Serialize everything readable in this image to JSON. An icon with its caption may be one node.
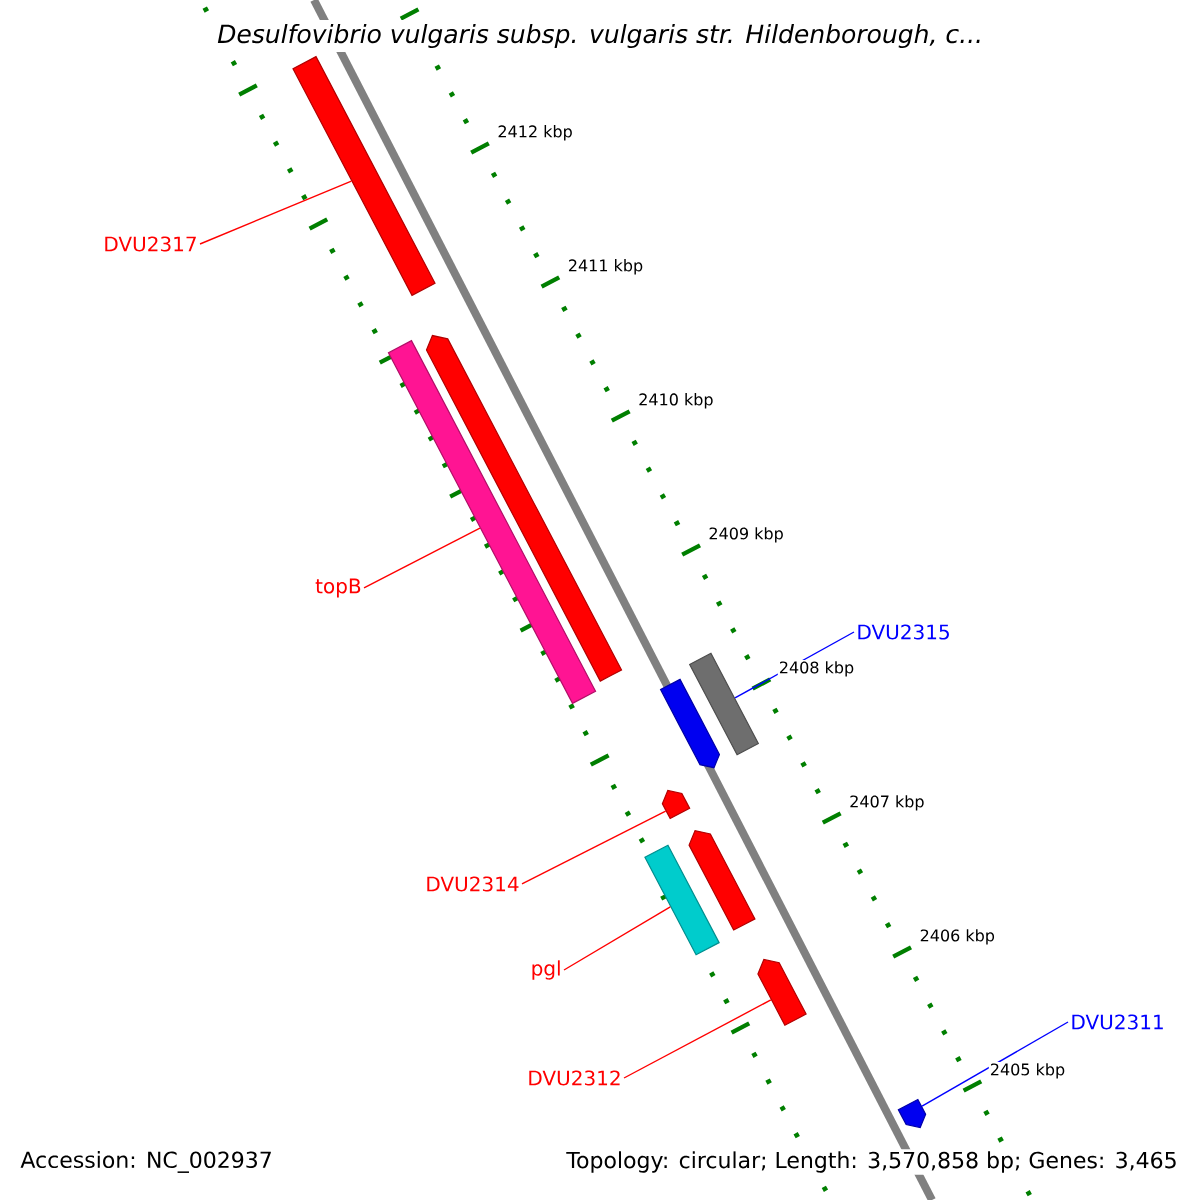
{
  "diagram": {
    "title": "Desulfovibrio vulgaris subsp. vulgaris str. Hildenborough, c...",
    "nodes": [
      {
        "text": [
          "DVU2317"
        ]
      },
      {
        "text": [],
        "shape": "bar"
      },
      {
        "text": [
          "topB"
        ]
      },
      {
        "text": [],
        "shape": "bar"
      },
      {
        "text": [],
        "shape": "pentagon"
      },
      {
        "text": [
          "DVU2315"
        ]
      },
      {
        "text": [],
        "shape": "pentagon"
      },
      {
        "text": [],
        "shape": "bar"
      },
      {
        "text": [],
        "shape": "pentagon"
      },
      {
        "text": [
          "DVU2314"
        ]
      },
      {
        "text": [],
        "shape": "bar"
      },
      {
        "text": [],
        "shape": "pentagon"
      },
      {
        "text": [
          "pgl"
        ]
      },
      {
        "text": [],
        "shape": "pentagon"
      },
      {
        "text": [
          "DVU2312"
        ]
      },
      {
        "text": [],
        "shape": "pentagon"
      },
      {
        "text": [
          "DVU2311"
        ]
      }
    ],
    "edges": [
      {
        "from": 0,
        "to": 1,
        "arrow": "none"
      },
      {
        "from": 2,
        "to": 3,
        "arrow": "none"
      },
      {
        "from": 5,
        "to": 7,
        "arrow": "none",
        "color": "#0000ff"
      },
      {
        "from": 9,
        "to": 8,
        "arrow": "none"
      },
      {
        "from": 12,
        "to": 10,
        "arrow": "none"
      },
      {
        "from": 14,
        "to": 13,
        "arrow": "none"
      },
      {
        "from": 16,
        "to": 15,
        "arrow": "none",
        "color": "#0000ff"
      }
    ],
    "labels": [
      "2412 kbp",
      "2411 kbp",
      "2410 kbp",
      "2409 kbp",
      "2408 kbp",
      "2407 kbp",
      "2406 kbp",
      "2405 kbp",
      "Accession: NC_002937",
      "Topology: circular; Length: 3,570,858 bp; Genes: 3,465"
    ]
  }
}
